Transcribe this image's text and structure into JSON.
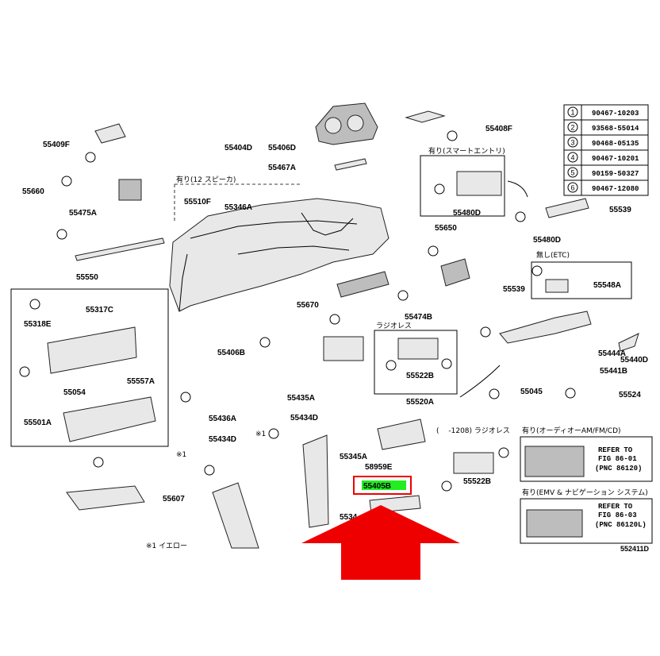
{
  "fastener_table": [
    {
      "key": "1",
      "part": "90467-10203"
    },
    {
      "key": "2",
      "part": "93568-55014"
    },
    {
      "key": "3",
      "part": "90468-05135"
    },
    {
      "key": "4",
      "part": "90467-10201"
    },
    {
      "key": "5",
      "part": "90159-50327"
    },
    {
      "key": "6",
      "part": "90467-12080"
    }
  ],
  "part_labels": {
    "p55408F": "55408F",
    "p55409F": "55409F",
    "p55404D": "55404D",
    "p55406D": "55406D",
    "p55467A": "55467A",
    "p55660": "55660",
    "p55475A": "55475A",
    "p55510F": "55510F",
    "p55346A": "55346A",
    "p55480D_top": "55480D",
    "p55539_top": "55539",
    "p55480D": "55480D",
    "p55650": "55650",
    "p55550": "55550",
    "p55317C": "55317C",
    "p55318E": "55318E",
    "p55557A": "55557A",
    "p55054": "55054",
    "p55501A": "55501A",
    "p55670": "55670",
    "p55474B": "55474B",
    "p55406B": "55406B",
    "p55548A": "55548A",
    "p55539": "55539",
    "p55444A": "55444A",
    "p55440D": "55440D",
    "p55441B": "55441B",
    "p55522B": "55522B",
    "p55520A": "55520A",
    "p55045": "55045",
    "p55524": "55524",
    "p55435A": "55435A",
    "p55434D_r": "55434D",
    "p55436A": "55436A",
    "p55434D_l": "55434D",
    "p55345A": "55345A",
    "p58959E": "58959E",
    "p55405B": "55405B",
    "p5534x": "5534",
    "p55522B_r": "55522B",
    "p55607": "55607"
  },
  "notes": {
    "speaker12": "有り(12 スピーカ)",
    "smart_entry": "有り(スマートエントリ)",
    "no_etc": "無し(ETC)",
    "radio_less": "ラジオレス",
    "radio_less_1208": "(　 -1208) ラジオレス",
    "audio": "有り(オーディオーAM/FM/CD)",
    "emv": "有り(EMV & ナビゲーション システム)",
    "star1_a": "※1",
    "star1_b": "※1",
    "footnote": "※1  イエロー",
    "ref1_title": "REFER TO",
    "ref1_fig": "FIG 86-01",
    "ref1_pnc": "(PNC 86120)",
    "ref2_title": "REFER TO",
    "ref2_fig": "FIG 86-03",
    "ref2_pnc": "(PNC 86120L)",
    "diagram_id": "552411D"
  },
  "colors": {
    "highlight_fill": "#22ee22",
    "highlight_border": "#ee0000",
    "arrow": "#ee0000"
  }
}
